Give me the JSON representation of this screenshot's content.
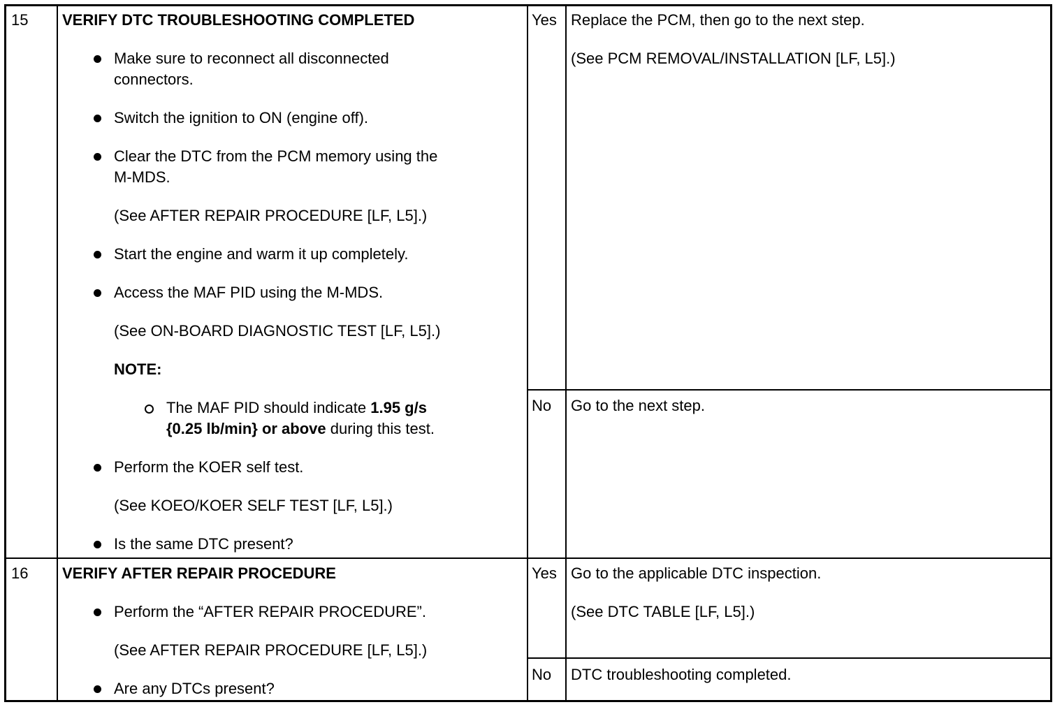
{
  "steps": [
    {
      "number": "15",
      "title": "VERIFY DTC TROUBLESHOOTING COMPLETED",
      "bullets": [
        {
          "line1": "Make sure to reconnect all disconnected",
          "line2": "connectors."
        },
        {
          "line1": "Switch the ignition to ON (engine off)."
        },
        {
          "line1": "Clear the DTC from the PCM memory using the",
          "line2": "M-MDS."
        },
        {
          "line1": "Start the engine and warm it up completely."
        },
        {
          "line1": "Access the MAF PID using the M-MDS."
        },
        {
          "line1": "Perform the KOER self test."
        },
        {
          "line1": "Is the same DTC present?"
        }
      ],
      "refs": {
        "after_repair": "(See AFTER REPAIR PROCEDURE [LF, L5].)",
        "obd_test": "(See ON-BOARD DIAGNOSTIC TEST [LF, L5].)",
        "koeo": "(See KOEO/KOER SELF TEST [LF, L5].)"
      },
      "note_label": "NOTE:",
      "note": {
        "pre": "The MAF PID should indicate ",
        "bold1": "1.95 g/s",
        "bold2": "{0.25 lb/min} or above",
        "post": " during this test."
      },
      "yes_label": "Yes",
      "yes_action": "Replace the PCM, then go to the next step.",
      "yes_ref": "(See PCM REMOVAL/INSTALLATION [LF, L5].)",
      "no_label": "No",
      "no_action": "Go to the next step."
    },
    {
      "number": "16",
      "title": "VERIFY AFTER REPAIR PROCEDURE",
      "bullets": [
        {
          "line1": "Perform the “AFTER REPAIR PROCEDURE”."
        },
        {
          "line1": "Are any DTCs present?"
        }
      ],
      "ref": "(See AFTER REPAIR PROCEDURE [LF, L5].)",
      "yes_label": "Yes",
      "yes_action": "Go to the applicable DTC inspection.",
      "yes_ref": "(See DTC TABLE [LF, L5].)",
      "no_label": "No",
      "no_action": "DTC troubleshooting completed."
    }
  ]
}
